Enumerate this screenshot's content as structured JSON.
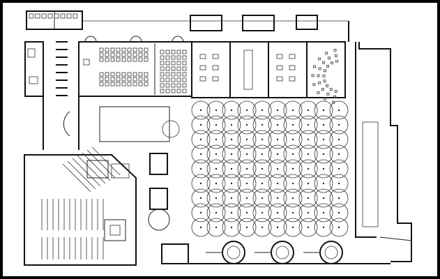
{
  "diagram": {
    "kind": "architectural-floor-plan",
    "line_color": "#111111",
    "background": "#ffffff",
    "canopy_grid": {
      "columns": 10,
      "rows": 9
    },
    "lecture_hall_seat_rows": 2,
    "round_towers": 3
  }
}
